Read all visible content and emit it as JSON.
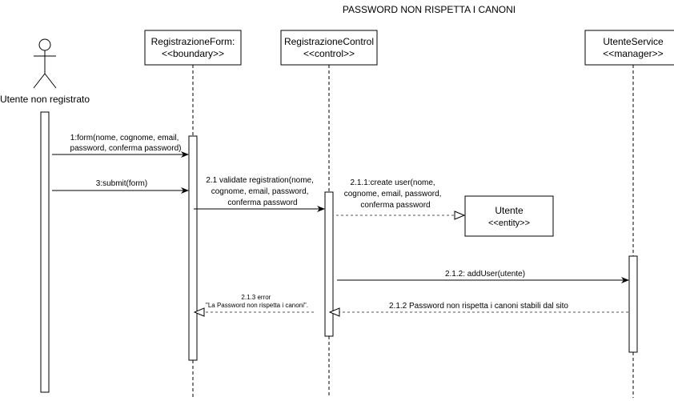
{
  "title": "PASSWORD NON RISPETTA I CANONI",
  "actor": {
    "name": "Utente non registrato",
    "icon": "stick-figure-actor-icon"
  },
  "lifelines": [
    {
      "id": "form",
      "name": "RegistrazioneForm:",
      "stereotype": "<<boundary>>"
    },
    {
      "id": "control",
      "name": "RegistrazioneControl",
      "stereotype": "<<control>>"
    },
    {
      "id": "service",
      "name": "UtenteService",
      "stereotype": "<<manager>>"
    }
  ],
  "entity": {
    "name": "Utente",
    "stereotype": "<<entity>>"
  },
  "messages": {
    "m1": [
      "1:form(nome, cognome, email,",
      "password, conferma password)"
    ],
    "m3": [
      "3:submit(form)"
    ],
    "m21": [
      "2.1 validate registration(nome,",
      "cognome, email, password,",
      "conferma password"
    ],
    "m211": [
      "2.1.1:create user(nome,",
      "cognome, email, password,",
      "conferma password"
    ],
    "m212": [
      "2.1.2: addUser(utente)"
    ],
    "m212r": [
      "2.1.2 Password non rispetta i canoni stabili dal sito"
    ],
    "m213": [
      "2.1.3 error",
      "\"La Password non rispetta i canoni\"."
    ]
  },
  "colors": {
    "line": "#000000",
    "dashed": "#555555",
    "background": "#ffffff"
  }
}
